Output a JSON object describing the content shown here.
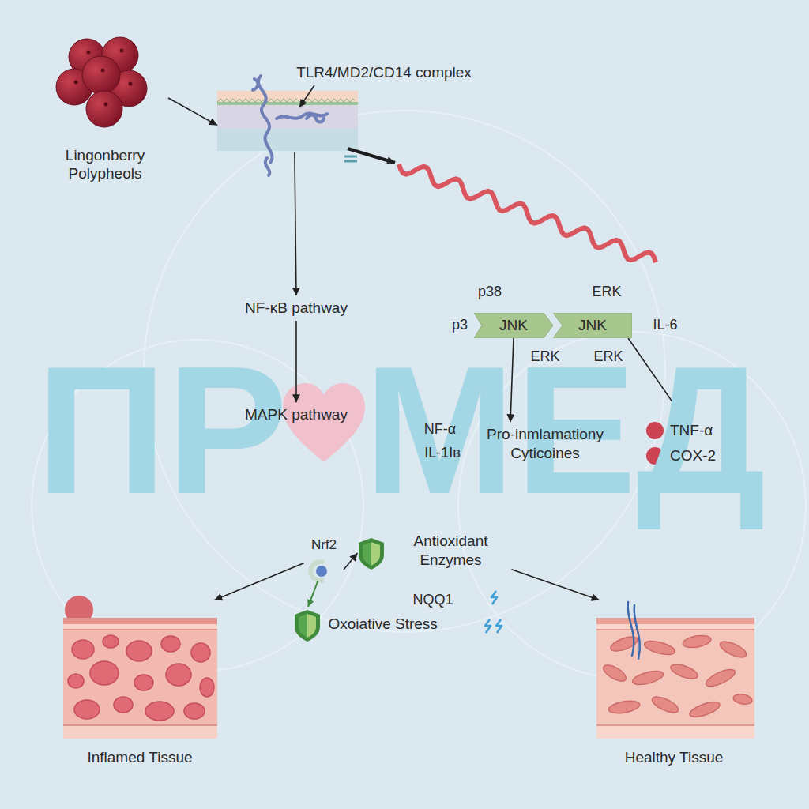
{
  "diagram": {
    "nodes": [
      {
        "text": [
          "Lingonberry Polypheols"
        ]
      },
      {
        "text": [
          "TLR4/MD2/CD14 complex"
        ]
      },
      {
        "text": [
          "NF-κB pathway"
        ]
      },
      {
        "text": [
          "JNK"
        ]
      },
      {
        "text": [
          "JNK"
        ]
      },
      {
        "text": [
          "MAPK pathway"
        ]
      },
      {
        "text": [
          "Pro-inmlamationy Cyticoines"
        ]
      },
      {
        "text": [
          "TNF-α",
          "COX-2"
        ]
      },
      {
        "text": [
          "Nrf2"
        ]
      },
      {
        "text": [
          "Antioxidant Enzymes"
        ]
      },
      {
        "text": [
          "Oxoiative Stress"
        ]
      },
      {
        "text": [
          "Inflamed Tissue"
        ]
      },
      {
        "text": [
          "Healthy Tissue"
        ]
      }
    ],
    "edges": [
      {
        "from": 0,
        "to": 1,
        "arrow": "to"
      },
      {
        "from": 1,
        "to": 2,
        "arrow": "to"
      },
      {
        "from": 2,
        "to": 5,
        "arrow": "to"
      },
      {
        "from": 3,
        "to": 6,
        "arrow": "to"
      },
      {
        "from": 4,
        "to": 7,
        "arrow": "to"
      },
      {
        "from": 8,
        "to": 9,
        "arrow": "to"
      },
      {
        "from": 8,
        "to": 10,
        "arrow": "to"
      },
      {
        "from": 8,
        "to": 11,
        "arrow": "to"
      },
      {
        "from": 9,
        "to": 12,
        "arrow": "to"
      }
    ],
    "labels": [
      "p38",
      "ERK",
      "p3",
      "IL-6",
      "ERK",
      "ERK",
      "ПР",
      "МЕД",
      "NF-α",
      "IL-1Iв",
      "NQQ1"
    ]
  }
}
